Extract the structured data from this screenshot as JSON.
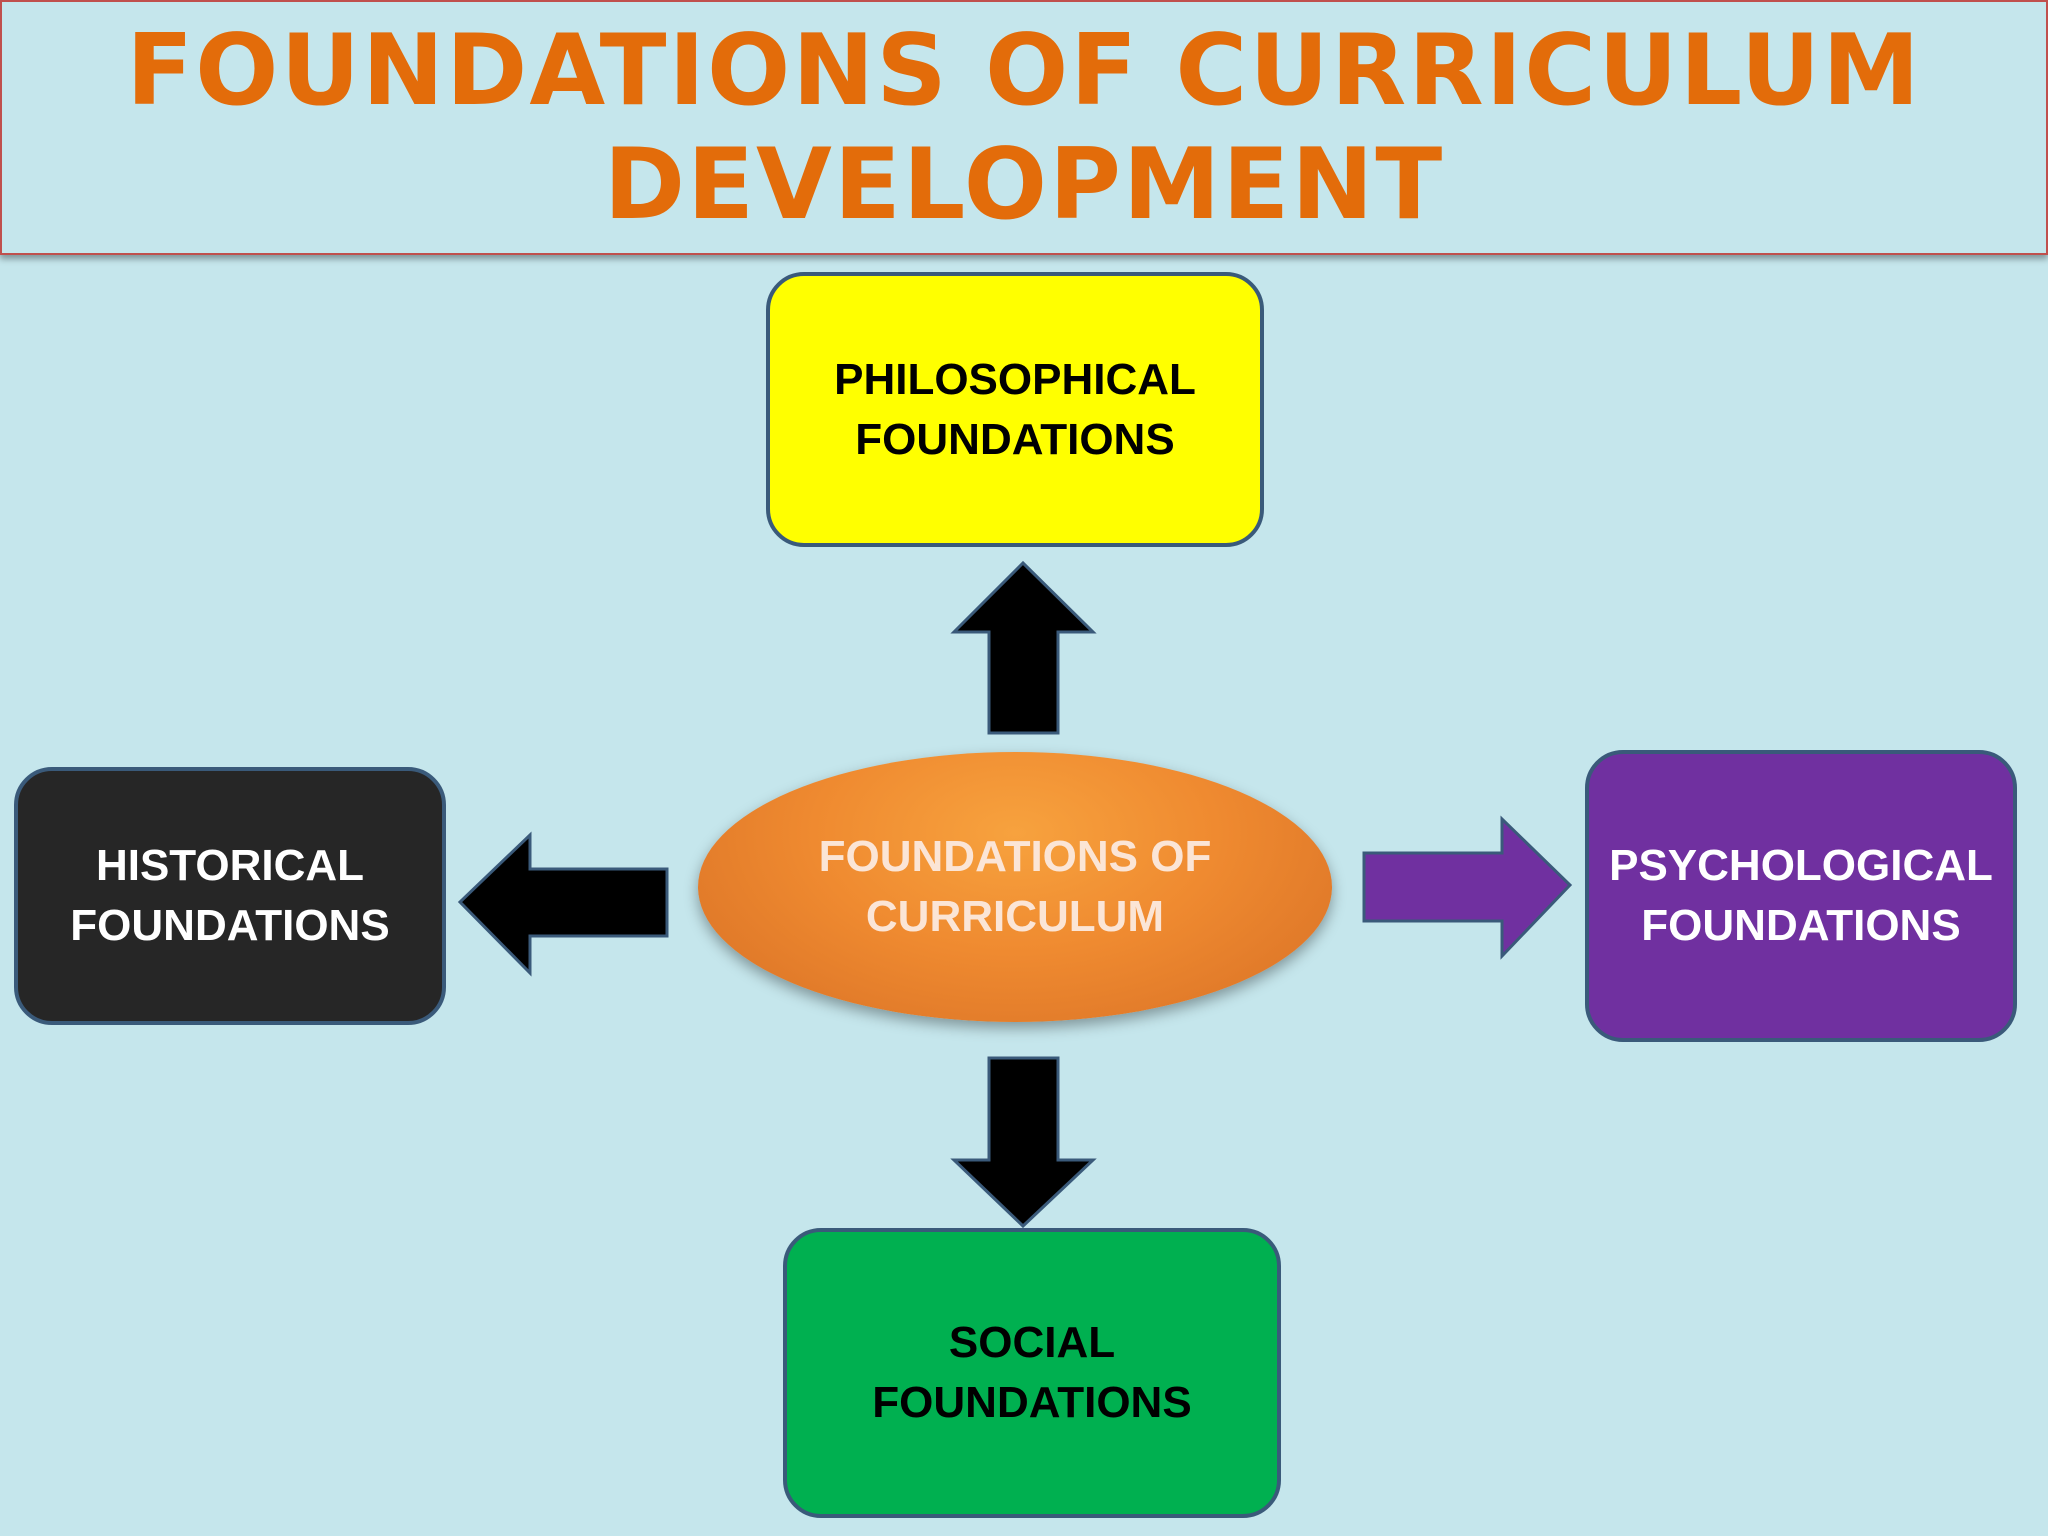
{
  "title": {
    "line1": "FOUNDATIONS OF CURRICULUM",
    "line2": "DEVELOPMENT"
  },
  "center": {
    "line1": "FOUNDATIONS OF",
    "line2": "CURRICULUM"
  },
  "boxes": {
    "philosophical": {
      "line1": "PHILOSOPHICAL",
      "line2": "FOUNDATIONS"
    },
    "historical": {
      "line1": "HISTORICAL",
      "line2": "FOUNDATIONS"
    },
    "psychological": {
      "line1": "PSYCHOLOGICAL",
      "line2": "FOUNDATIONS"
    },
    "social": {
      "line1": "SOCIAL",
      "line2": "FOUNDATIONS"
    }
  },
  "colors": {
    "background": "#c5e6ec",
    "title_text": "#e36c0a",
    "title_border": "#c0504d",
    "philosophical": "#ffff00",
    "historical": "#262626",
    "psychological": "#7030a0",
    "social": "#00b050",
    "center": "#ef8a30",
    "arrow_black": "#000000",
    "arrow_purple": "#7030a0"
  }
}
